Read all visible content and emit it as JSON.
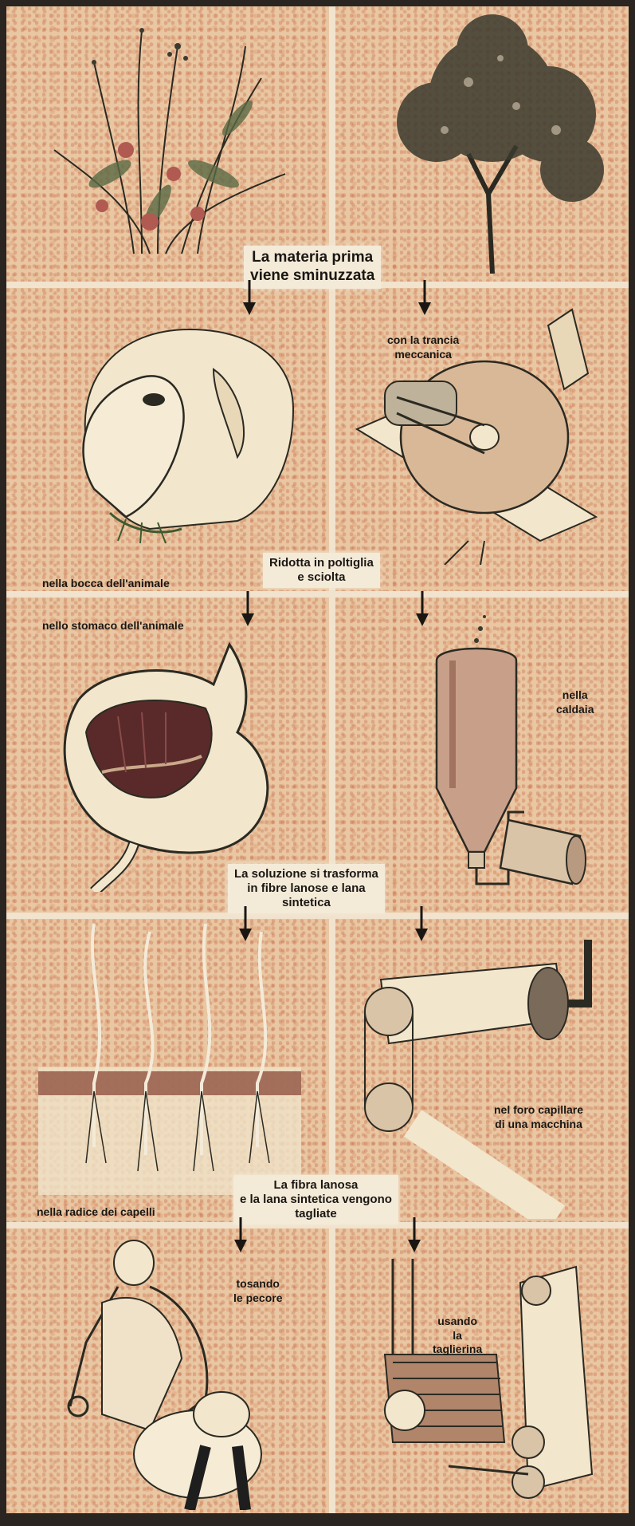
{
  "steps": {
    "step1": "La materia prima\nviene sminuzzata",
    "step2": "Ridotta in poltiglia\ne sciolta",
    "step3": "La soluzione si trasforma\nin fibre lanose e lana\nsintetica",
    "step4": "La fibra lanosa\ne la lana sintetica vengono\ntagliate"
  },
  "natural": {
    "mouth": "nella bocca dell'animale",
    "stomach": "nello stomaco dell'animale",
    "hair_root": "nella radice dei capelli",
    "shearing": "tosando\nle pecore"
  },
  "synthetic": {
    "cutter": "con la trancia\nmeccanica",
    "boiler": "nella\ncaldaia",
    "capillary": "nel foro capillare\ndi una macchina",
    "blade": "usando\nla\ntaglierina"
  },
  "colors": {
    "background": "#e8c7a2",
    "speckle": "#c8644a",
    "label_bg": "#f4ead8",
    "ink": "#1a1713"
  }
}
